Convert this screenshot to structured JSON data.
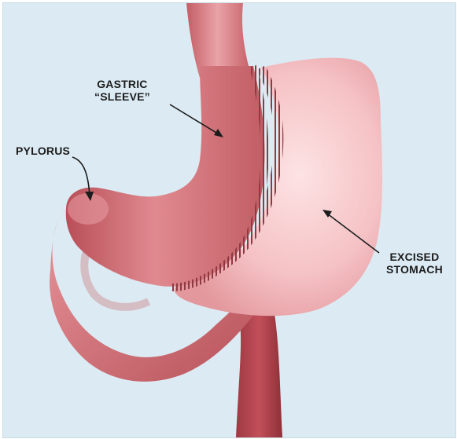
{
  "labels": {
    "gastric_sleeve": [
      "GASTRIC",
      "“SLEEVE”"
    ],
    "pylorus": "PYLORUS",
    "excised_stomach": [
      "EXCISED",
      "STOMACH"
    ]
  },
  "colors": {
    "background": "#dcebf3",
    "sleeve_tissue": "#d8757c",
    "sleeve_dark": "#a8434b",
    "excised_tissue": "#f4c2c4",
    "esophagus": "#b64e56",
    "staple_line": "#8f3a42",
    "arrow": "#1c1c1c"
  }
}
